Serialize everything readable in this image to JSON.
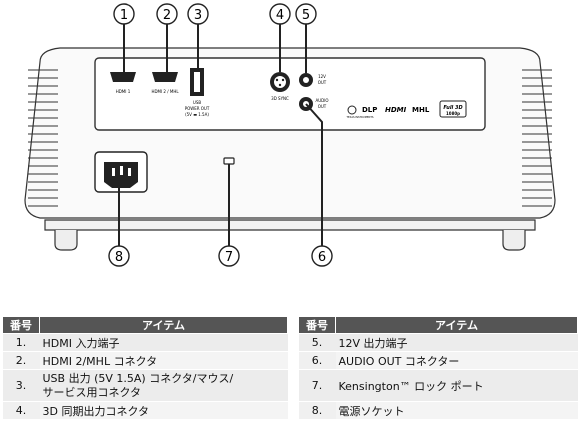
{
  "callouts": [
    {
      "label": "1"
    },
    {
      "label": "2"
    },
    {
      "label": "3"
    },
    {
      "label": "4"
    },
    {
      "label": "5"
    },
    {
      "label": "6"
    },
    {
      "label": "7"
    },
    {
      "label": "8"
    }
  ],
  "panel_labels": {
    "hdmi1": "HDMI 1",
    "hdmi2": "HDMI 2 / MHL",
    "usb_line1": "USB",
    "usb_line2": "POWER OUT",
    "usb_line3": "(5V ▬ 1.5A)",
    "sync": "3D SYNC",
    "v12_line1": "12V",
    "v12_line2": "OUT",
    "audio_line1": "AUDIO",
    "audio_line2": "OUT",
    "dlp": "DLP",
    "dlp_sub": "TEXAS INSTRUMENTS",
    "hdmi_logo": "HDMI",
    "mhl_logo": "MHL",
    "full3d_line1": "Full 3D",
    "full3d_line2": "1080p"
  },
  "table": {
    "header_num": "番号",
    "header_item": "アイテム",
    "left_rows": [
      {
        "num": "1.",
        "item": "HDMI 入力端子"
      },
      {
        "num": "2.",
        "item": "HDMI 2/MHL コネクタ"
      },
      {
        "num": "3.",
        "item": "USB 出力 (5V 1.5A) コネクタ/マウス/",
        "item2": "サービス用コネクタ"
      },
      {
        "num": "4.",
        "item": "3D 同期出力コネクタ"
      }
    ],
    "right_rows": [
      {
        "num": "5.",
        "item": "12V 出力端子"
      },
      {
        "num": "6.",
        "item": "AUDIO OUT コネクター"
      },
      {
        "num": "7.",
        "item": "Kensington™ ロック ポート"
      },
      {
        "num": "8.",
        "item": "電源ソケット"
      }
    ]
  }
}
